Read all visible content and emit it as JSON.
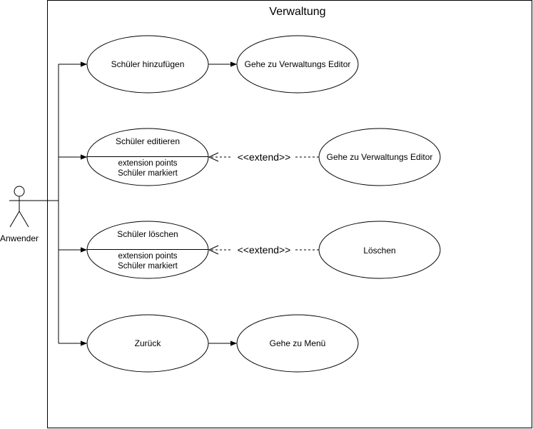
{
  "system": {
    "title": "Verwaltung"
  },
  "actor": {
    "label": "Anwender"
  },
  "use_cases": {
    "hinzufuegen": {
      "label": "Schüler hinzufügen"
    },
    "editor1": {
      "label": "Gehe zu Verwaltungs Editor"
    },
    "editieren": {
      "label": "Schüler editieren",
      "ext_label": "extension points",
      "ext_point": "Schüler markiert"
    },
    "editor2": {
      "label": "Gehe zu Verwaltungs Editor"
    },
    "loeschen": {
      "label": "Schüler löschen",
      "ext_label": "extension points",
      "ext_point": "Schüler markiert"
    },
    "loeschen_action": {
      "label": "Löschen"
    },
    "zurueck": {
      "label": "Zurück"
    },
    "menu": {
      "label": "Gehe zu Menü"
    }
  },
  "relations": {
    "extend1": {
      "label": "<<extend>>"
    },
    "extend2": {
      "label": "<<extend>>"
    }
  }
}
